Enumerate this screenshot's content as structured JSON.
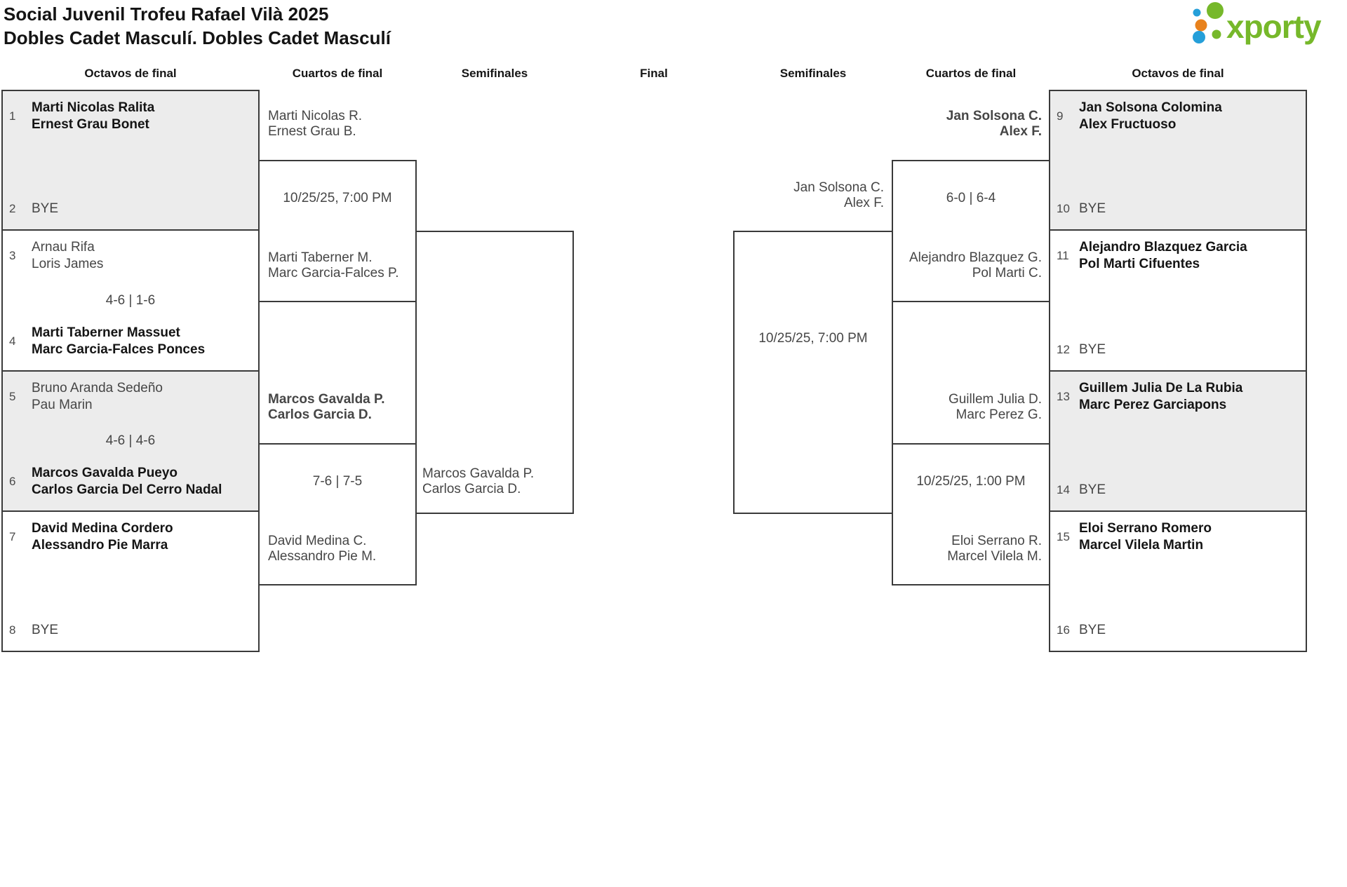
{
  "title": {
    "line1": "Social Juvenil Trofeu Rafael Vilà 2025",
    "line2": "Dobles Cadet Masculí. Dobles Cadet Masculí"
  },
  "logo": {
    "text": "xporty",
    "colors": {
      "green": "#76b82a",
      "blue": "#259fd9",
      "orange": "#e8821d"
    }
  },
  "round_headers": [
    "Octavos de final",
    "Cuartos de final",
    "Semifinales",
    "Final",
    "Semifinales",
    "Cuartos de final",
    "Octavos de final"
  ],
  "colors": {
    "box_border": "#3a3a3a",
    "box_fill_alt": "#ececec",
    "text_regular": "#464646",
    "text_winner": "#141414"
  },
  "r16": [
    {
      "seed_top": "1",
      "team_top": [
        "Marti Nicolas Ralita",
        "Ernest Grau Bonet"
      ],
      "top_winner": true,
      "score": "",
      "seed_bottom": "2",
      "team_bottom": [
        "BYE"
      ],
      "bottom_winner": false
    },
    {
      "seed_top": "3",
      "team_top": [
        "Arnau Rifa",
        "Loris James"
      ],
      "top_winner": false,
      "score": "4-6 | 1-6",
      "seed_bottom": "4",
      "team_bottom": [
        "Marti Taberner Massuet",
        "Marc Garcia-Falces Ponces"
      ],
      "bottom_winner": true
    },
    {
      "seed_top": "5",
      "team_top": [
        "Bruno Aranda Sedeño",
        "Pau Marin"
      ],
      "top_winner": false,
      "score": "4-6 | 4-6",
      "seed_bottom": "6",
      "team_bottom": [
        "Marcos Gavalda Pueyo",
        "Carlos Garcia Del Cerro Nadal"
      ],
      "bottom_winner": true
    },
    {
      "seed_top": "7",
      "team_top": [
        "David Medina Cordero",
        "Alessandro Pie Marra"
      ],
      "top_winner": true,
      "score": "",
      "seed_bottom": "8",
      "team_bottom": [
        "BYE"
      ],
      "bottom_winner": false
    },
    {
      "seed_top": "9",
      "team_top": [
        "Jan Solsona Colomina",
        "Alex Fructuoso"
      ],
      "top_winner": true,
      "score": "",
      "seed_bottom": "10",
      "team_bottom": [
        "BYE"
      ],
      "bottom_winner": false
    },
    {
      "seed_top": "11",
      "team_top": [
        "Alejandro Blazquez Garcia",
        "Pol Marti Cifuentes"
      ],
      "top_winner": true,
      "score": "",
      "seed_bottom": "12",
      "team_bottom": [
        "BYE"
      ],
      "bottom_winner": false
    },
    {
      "seed_top": "13",
      "team_top": [
        "Guillem Julia De La Rubia",
        "Marc Perez Garciapons"
      ],
      "top_winner": true,
      "score": "",
      "seed_bottom": "14",
      "team_bottom": [
        "BYE"
      ],
      "bottom_winner": false
    },
    {
      "seed_top": "15",
      "team_top": [
        "Eloi Serrano Romero",
        "Marcel Vilela Martin"
      ],
      "top_winner": true,
      "score": "",
      "seed_bottom": "16",
      "team_bottom": [
        "BYE"
      ],
      "bottom_winner": false
    }
  ],
  "quarterfinals": [
    {
      "team_top": [
        "Marti Nicolas R.",
        "Ernest Grau B."
      ],
      "top_winner": false,
      "center": "10/25/25, 7:00 PM",
      "team_bottom": [
        "Marti Taberner M.",
        "Marc Garcia-Falces P."
      ],
      "bottom_winner": false
    },
    {
      "team_top": [
        "Marcos Gavalda P.",
        "Carlos Garcia D."
      ],
      "top_winner": true,
      "center": "7-6 | 7-5",
      "team_bottom": [
        "David Medina C.",
        "Alessandro Pie M."
      ],
      "bottom_winner": false
    },
    {
      "team_top": [
        "Jan Solsona C.",
        "Alex F."
      ],
      "top_winner": true,
      "center": "6-0 | 6-4",
      "team_bottom": [
        "Alejandro Blazquez G.",
        "Pol Marti C."
      ],
      "bottom_winner": false
    },
    {
      "team_top": [
        "Guillem Julia D.",
        "Marc Perez G."
      ],
      "top_winner": false,
      "center": "10/25/25, 1:00 PM",
      "team_bottom": [
        "Eloi Serrano R.",
        "Marcel Vilela M."
      ],
      "bottom_winner": false
    }
  ],
  "semifinals": [
    {
      "team_top": [],
      "top_winner": false,
      "center": "",
      "team_bottom": [
        "Marcos Gavalda P.",
        "Carlos Garcia D."
      ],
      "bottom_winner": false
    },
    {
      "team_top": [
        "Jan Solsona C.",
        "Alex F."
      ],
      "top_winner": false,
      "center": "10/25/25, 7:00 PM",
      "team_bottom": [],
      "bottom_winner": false
    }
  ]
}
